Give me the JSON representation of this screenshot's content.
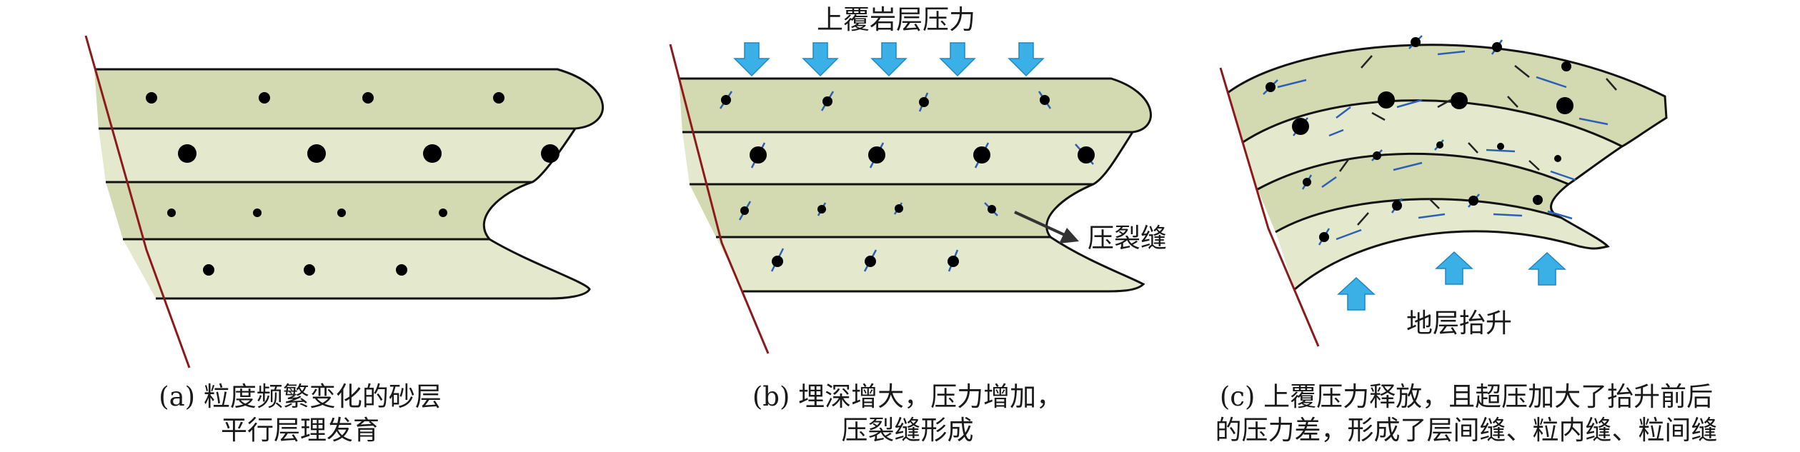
{
  "panels": [
    {
      "caption_line1": "(a) 粒度频繁变化的砂层",
      "caption_line2": "平行层理发育"
    },
    {
      "caption_line1": "(b) 埋深增大，压力增加，",
      "caption_line2": "压裂缝形成",
      "top_label": "上覆岩层压力",
      "crack_label": "压裂缝"
    },
    {
      "caption_line1": "(c) 上覆压力释放，且超压加大了抬升前后",
      "caption_line2": "的压力差，形成了层间缝、粒内缝、粒间缝",
      "bottom_label": "地层抬升"
    }
  ],
  "colors": {
    "layer_dark": "#d3d9b0",
    "layer_light": "#e4e8cd",
    "outline": "#111111",
    "fault": "#8b1a1a",
    "arrow": "#3ab0e6",
    "crack": "#2b5fb5",
    "grain": "#000000"
  }
}
